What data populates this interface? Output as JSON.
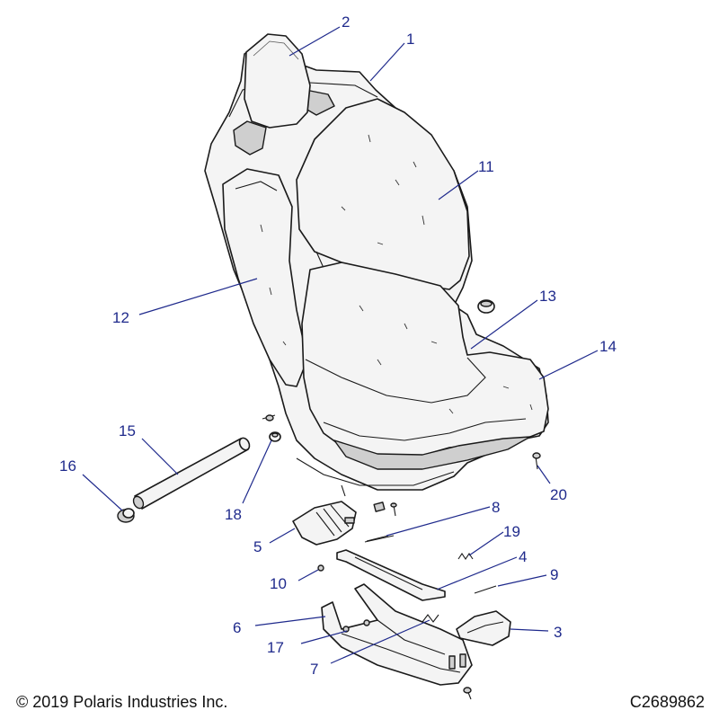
{
  "callouts": {
    "c1": "1",
    "c2": "2",
    "c3": "3",
    "c4": "4",
    "c5": "5",
    "c6": "6",
    "c7": "7",
    "c8": "8",
    "c9": "9",
    "c10": "10",
    "c11": "11",
    "c12": "12",
    "c13": "13",
    "c14": "14",
    "c15": "15",
    "c16": "16",
    "c17": "17",
    "c18": "18",
    "c19": "19",
    "c20": "20"
  },
  "footer": {
    "copyright": "© 2019 Polaris Industries Inc.",
    "drawing_number": "C2689862"
  },
  "colors": {
    "callout": "#1f2a8c",
    "line_art": "#1a1a1a"
  }
}
